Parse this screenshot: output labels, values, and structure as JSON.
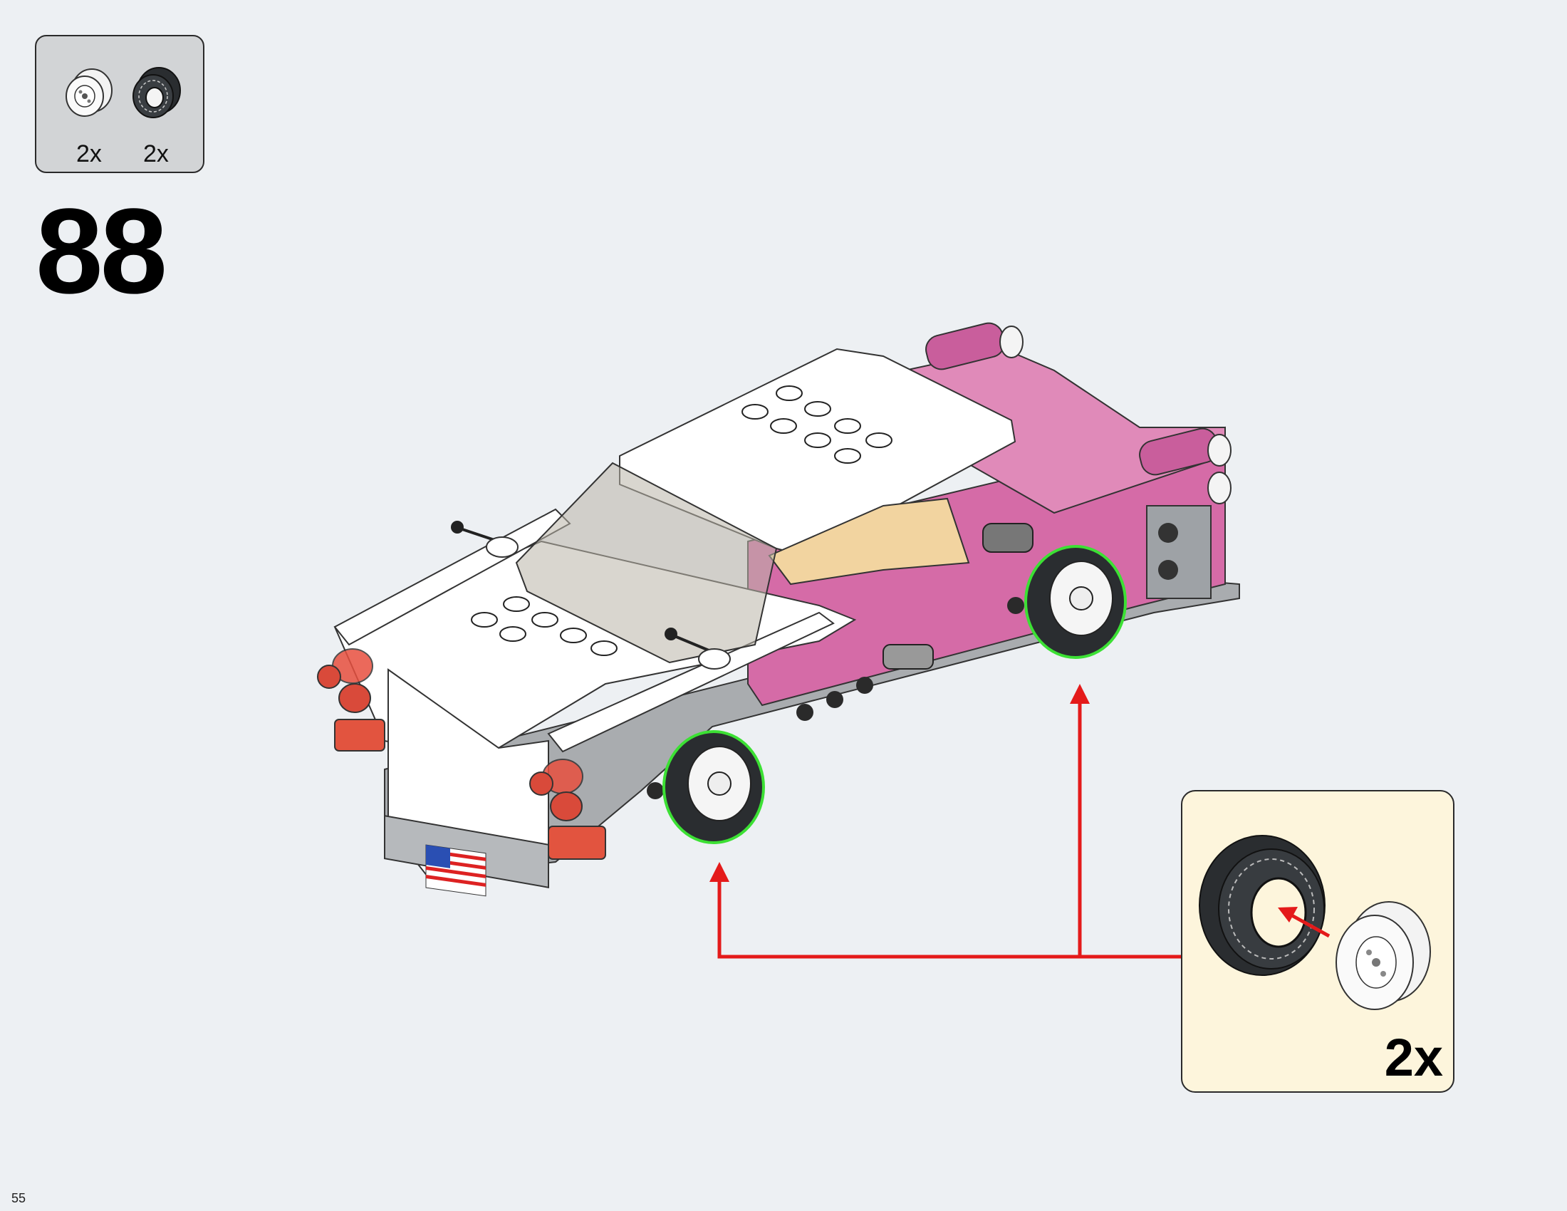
{
  "parts_list": {
    "items": [
      {
        "icon": "wheel-rim-icon",
        "quantity": "2x"
      },
      {
        "icon": "tire-icon",
        "quantity": "2x"
      }
    ]
  },
  "step": {
    "number": "88"
  },
  "callout": {
    "quantity": "2x"
  },
  "page": {
    "number": "55"
  },
  "colors": {
    "background": "#edf0f3",
    "car_body_pink": "#d56ba7",
    "arrow_red": "#e41a1a",
    "highlight_green": "#3ce034",
    "callout_background": "#fdf5dc",
    "parts_box_background": "#d2d4d6"
  }
}
